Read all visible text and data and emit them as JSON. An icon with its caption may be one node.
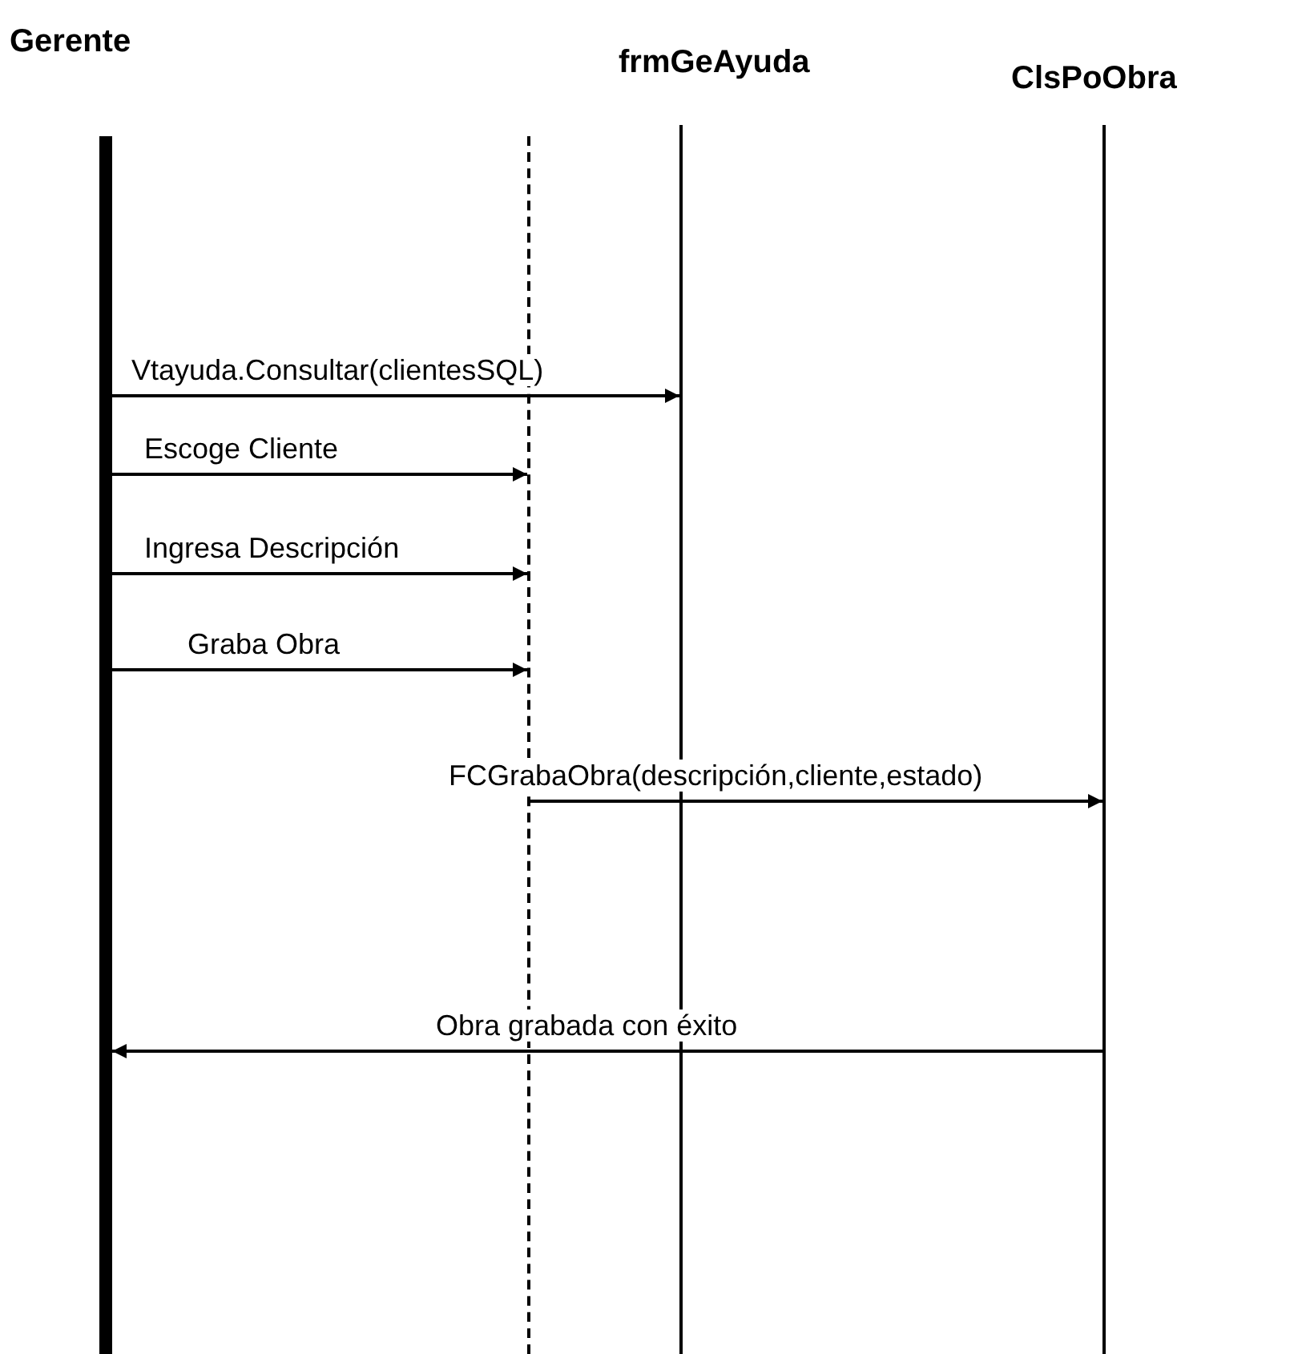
{
  "diagram": {
    "nodes": [
      {
        "text": [
          "Gerente"
        ]
      },
      {
        "text": [],
        "shape": "line"
      },
      {
        "text": [
          "frmGeAyuda"
        ]
      },
      {
        "text": [
          "ClsPoObra"
        ]
      }
    ],
    "edges": [
      {
        "from": 0,
        "to": 2,
        "arrow": "to",
        "label": "Vtayuda.Consultar(clientesSQL)"
      },
      {
        "from": 0,
        "to": 1,
        "arrow": "to",
        "label": "Escoge Cliente"
      },
      {
        "from": 0,
        "to": 1,
        "arrow": "to",
        "label": "Ingresa Descripción"
      },
      {
        "from": 0,
        "to": 1,
        "arrow": "to",
        "label": "Graba Obra"
      },
      {
        "from": 1,
        "to": 3,
        "arrow": "to",
        "label": "FCGrabaObra(descripción,cliente,estado)"
      },
      {
        "from": 3,
        "to": 0,
        "arrow": "to",
        "label": "Obra grabada con éxito"
      }
    ]
  }
}
